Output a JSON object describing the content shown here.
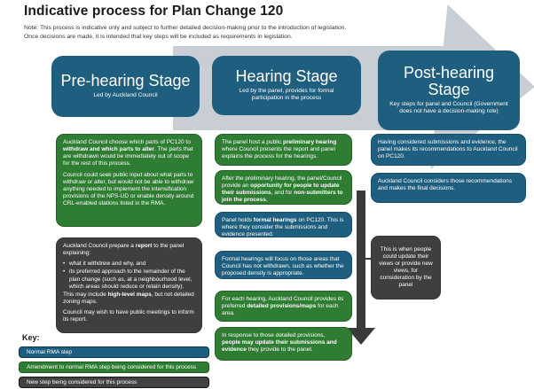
{
  "page": {
    "title": "Indicative process for Plan Change 120",
    "note_line1": "Note: This process is indicative only and subject to further detailed decision-making prior to the introduction of legislation.",
    "note_line2": "Once decisions are made, it is intended that key steps will be included as requirements in legislation."
  },
  "stages": [
    {
      "title": "Pre-hearing Stage",
      "subtitle": "Led by Auckland Council"
    },
    {
      "title": "Hearing Stage",
      "subtitle": "Led by the panel, provides for formal participation in the process"
    },
    {
      "title": "Post-hearing Stage",
      "subtitle": "Key steps for panel and Council (Government does not have a decision-making role)"
    }
  ],
  "boxes": [
    {
      "type": "green",
      "paragraphs": [
        {
          "kind": "p",
          "runs": [
            {
              "t": "Auckland Council choose which parts of PC120 to "
            },
            {
              "t": "withdraw and which parts to alter",
              "b": true
            },
            {
              "t": ". The parts that are withdrawn would be immediately out of scope for the rest of this process."
            }
          ]
        },
        {
          "kind": "p",
          "runs": [
            {
              "t": "Council could seek public input about what parts to withdraw or alter, but would not be able to withdraw anything needed to implement the intensification provisions of the NPS-UD or enable density around CRL-enabled stations listed in the RMA."
            }
          ]
        }
      ]
    },
    {
      "type": "dark",
      "paragraphs": [
        {
          "kind": "p",
          "runs": [
            {
              "t": "Auckland Council prepare a "
            },
            {
              "t": "report",
              "b": true
            },
            {
              "t": " to the panel explaining:"
            }
          ]
        },
        {
          "kind": "bullet",
          "runs": [
            {
              "t": "what it withdrew and why, and"
            }
          ]
        },
        {
          "kind": "bullet",
          "runs": [
            {
              "t": "its preferred approach to the remainder of the plan change (such as, at a neighbourhood level, which areas should reduce or retain density)."
            }
          ]
        },
        {
          "kind": "p",
          "runs": [
            {
              "t": "This may include "
            },
            {
              "t": "high-level maps",
              "b": true
            },
            {
              "t": ", but not detailed zoning maps."
            }
          ]
        },
        {
          "kind": "p",
          "runs": [
            {
              "t": "Council may wish to have public meetings to inform its report."
            }
          ]
        }
      ]
    },
    {
      "type": "green",
      "paragraphs": [
        {
          "kind": "p",
          "runs": [
            {
              "t": "The panel host a public "
            },
            {
              "t": "preliminary hearing",
              "b": true
            },
            {
              "t": " where Council presents the report and panel explains the process for the hearings."
            }
          ]
        }
      ]
    },
    {
      "type": "green",
      "paragraphs": [
        {
          "kind": "p",
          "runs": [
            {
              "t": "After the preliminary hearing, the panel/Council provide an "
            },
            {
              "t": "opportunity for people to update their submissions",
              "b": true
            },
            {
              "t": ", and for "
            },
            {
              "t": "non-submitters to join the process.",
              "b": true
            }
          ]
        }
      ]
    },
    {
      "type": "teal",
      "paragraphs": [
        {
          "kind": "p",
          "runs": [
            {
              "t": "Panel holds "
            },
            {
              "t": "formal hearings",
              "b": true
            },
            {
              "t": " on PC120. This is where they consider the submissions and evidence presented."
            }
          ]
        }
      ]
    },
    {
      "type": "teal",
      "paragraphs": [
        {
          "kind": "p",
          "runs": [
            {
              "t": "Formal hearings will focus on those areas that Council has not withdrawn, such as whether the proposed density is appropriate."
            }
          ]
        }
      ]
    },
    {
      "type": "green",
      "paragraphs": [
        {
          "kind": "p",
          "runs": [
            {
              "t": "For each hearing, Auckland Council provides its preferred "
            },
            {
              "t": "detailed provisions/maps",
              "b": true
            },
            {
              "t": " for each area."
            }
          ]
        }
      ]
    },
    {
      "type": "green",
      "paragraphs": [
        {
          "kind": "p",
          "runs": [
            {
              "t": "In response to those detailed provisions, "
            },
            {
              "t": "people may update their submissions and evidence",
              "b": true
            },
            {
              "t": " they provide to the panel."
            }
          ]
        }
      ]
    },
    {
      "type": "teal",
      "paragraphs": [
        {
          "kind": "p",
          "runs": [
            {
              "t": "Having considered submissions and evidence, the panel makes its recommendations to Auckland Council on PC120."
            }
          ]
        }
      ]
    },
    {
      "type": "teal",
      "paragraphs": [
        {
          "kind": "p",
          "runs": [
            {
              "t": "Auckland Council considers those recommendations and makes the final decisions."
            }
          ]
        }
      ]
    },
    {
      "type": "dark",
      "paragraphs": [
        {
          "kind": "p",
          "runs": [
            {
              "t": "This is when people could update their views or provide new views, for consideration by the panel"
            }
          ]
        }
      ]
    }
  ],
  "key": {
    "label": "Key:",
    "items": [
      {
        "label": "Normal RMA step",
        "color": "#1D5F80"
      },
      {
        "label": "Amendment to normal RMA step being considered for this process",
        "color": "#2E7D32"
      },
      {
        "label": "New step being considered for this process",
        "color": "#424242"
      }
    ]
  },
  "colors": {
    "teal": "#1E5E7E",
    "green": "#2E7D32",
    "dark_gray": "#3F3F3F",
    "flow_arrow_gray": "#C9CED5",
    "down_arrow": "#3A3A3A",
    "background": "#FFFFFF"
  }
}
